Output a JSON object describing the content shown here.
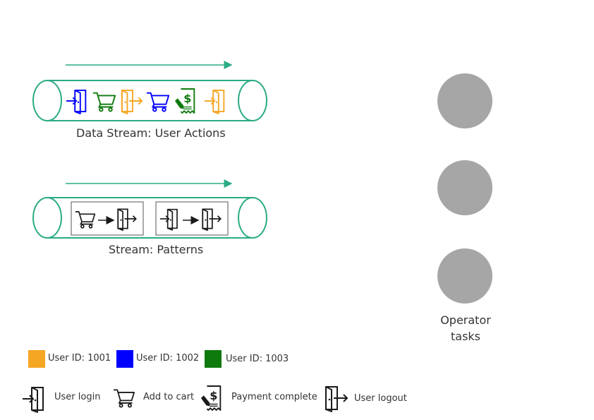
{
  "streams": {
    "user_actions": {
      "title": "Data Stream: User Actions",
      "events": [
        {
          "icon": "login-icon",
          "user": "1002"
        },
        {
          "icon": "cart-icon",
          "user": "1003"
        },
        {
          "icon": "logout-icon",
          "user": "1001"
        },
        {
          "icon": "cart-icon",
          "user": "1002"
        },
        {
          "icon": "payment-icon",
          "user": "1003"
        },
        {
          "icon": "login-icon",
          "user": "1001"
        }
      ]
    },
    "patterns": {
      "title": "Stream: Patterns",
      "items": [
        {
          "from": "cart-icon",
          "to": "logout-icon"
        },
        {
          "from": "login-icon",
          "to": "logout-icon"
        }
      ]
    }
  },
  "operator": {
    "label_line1": "Operator",
    "label_line2": "tasks",
    "circle_color": "#a6a6a6"
  },
  "colors": {
    "pipe": "#2bab85",
    "user_1001": "#f5a623",
    "user_1002": "#0000ff",
    "user_1003": "#0e7a0d",
    "icon_default": "#1a1a1a"
  },
  "legend": {
    "users": [
      {
        "label": "User ID: 1001",
        "color": "#f5a623"
      },
      {
        "label": "User ID: 1002",
        "color": "#0000ff"
      },
      {
        "label": "User ID: 1003",
        "color": "#0e7a0d"
      }
    ],
    "actions": [
      {
        "icon": "login-icon",
        "label": "User login"
      },
      {
        "icon": "cart-icon",
        "label": "Add to cart"
      },
      {
        "icon": "payment-icon",
        "label": "Payment complete"
      },
      {
        "icon": "logout-icon",
        "label": "User logout"
      }
    ]
  }
}
